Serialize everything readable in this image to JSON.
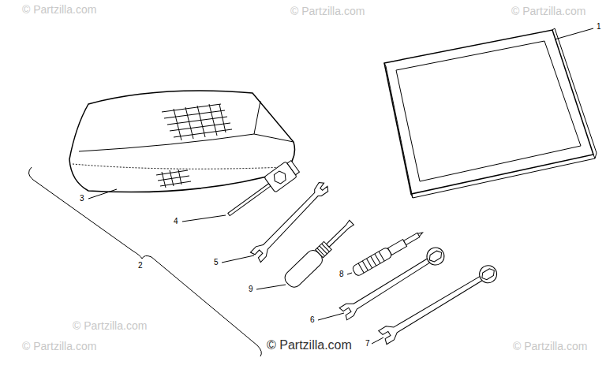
{
  "diagram": {
    "labels": [
      "1",
      "2",
      "3",
      "4",
      "5",
      "6",
      "7",
      "8",
      "9",
      "© Partzilla.com",
      "© Partzilla.com",
      "© Partzilla.com",
      "© Partzilla.com",
      "© Partzilla.com",
      "© Partzilla.com",
      "© Partzilla.com"
    ]
  }
}
